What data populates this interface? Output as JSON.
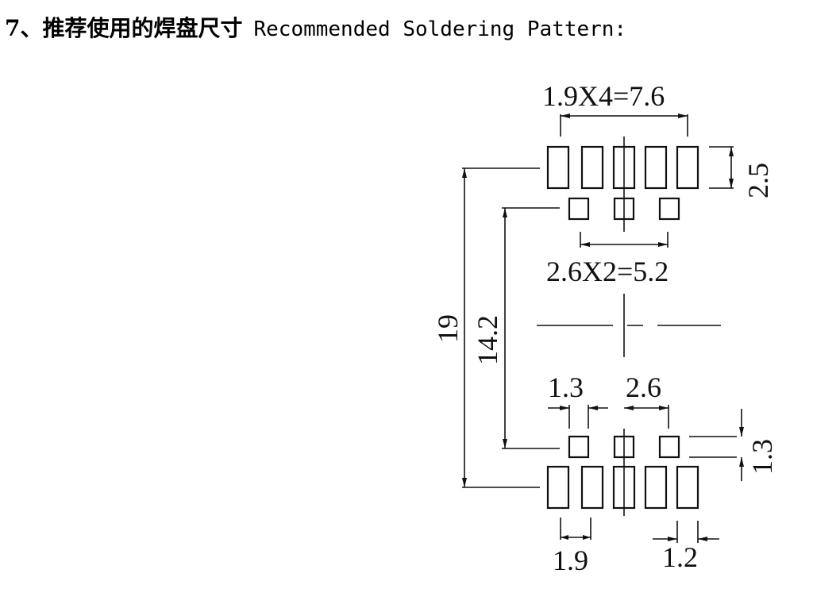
{
  "heading": {
    "cn": "7、推荐使用的焊盘尺寸",
    "en": "Recommended Soldering Pattern:"
  },
  "dimensions": {
    "top_pitch": "1.9X4=7.6",
    "mid_pitch": "2.6X2=5.2",
    "top_pad_height": "2.5",
    "overall_length": "19",
    "inner_length": "14.2",
    "small_pad_width": "1.3",
    "small_pad_pitch": "2.6",
    "small_pad_height": "1.3",
    "large_pad_pitch": "1.9",
    "large_pad_width": "1.2"
  }
}
